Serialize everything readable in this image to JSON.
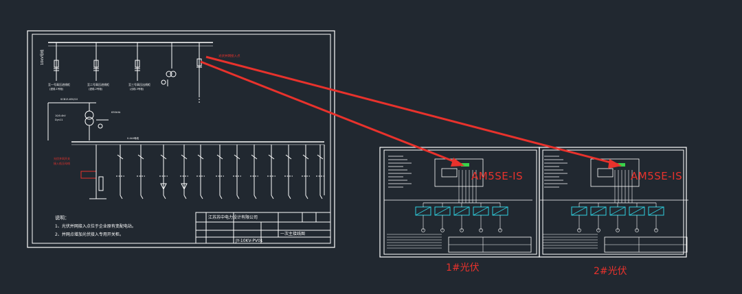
{
  "colors": {
    "background": "#212830",
    "line": "#ffffff",
    "annotation_red": "#e8322c",
    "accent_cyan": "#2fd0e0",
    "accent_green": "#39d34a"
  },
  "main_drawing": {
    "notes_heading": "说明：",
    "notes": [
      "1、光伏并网接入点位于企业原有变配电站。",
      "2、并网点增加光伏接入专用开关柜。"
    ],
    "title_block": {
      "company": "江苏苏中电力设计有限公司",
      "drawing_title": "一次主接线图",
      "drawing_number": "JY-10KV-PV01"
    }
  },
  "detail_sheets": [
    {
      "device_label": "AM5SE-IS",
      "caption": "1#光伏"
    },
    {
      "device_label": "AM5SE-IS",
      "caption": "2#光伏"
    }
  ]
}
